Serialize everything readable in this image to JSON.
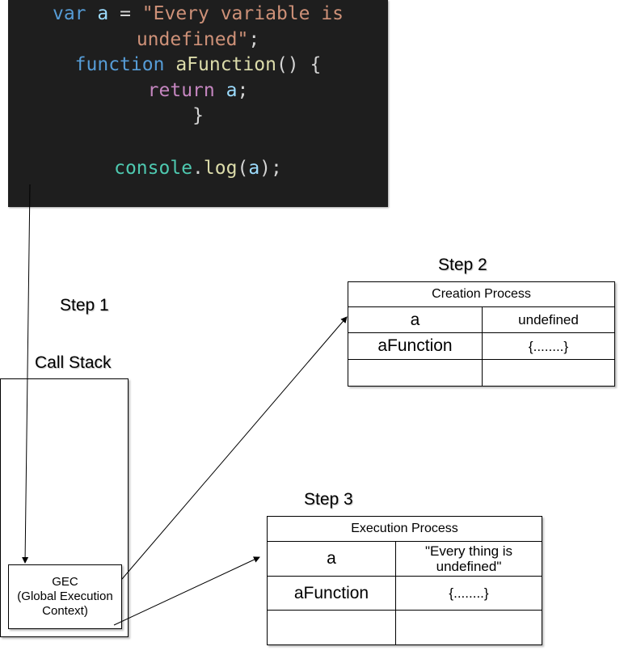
{
  "code": {
    "line1_kw": "var",
    "line1_var": "a",
    "line1_eq": " = ",
    "line1_str": "\"Every variable is",
    "line2_str": "undefined\"",
    "line2_semi": ";",
    "line3_kw": "function",
    "line3_fn": "aFunction",
    "line3_rest": "() {",
    "line4_kw": "return",
    "line4_var": "a",
    "line4_semi": ";",
    "line5_brace": "}",
    "line7_obj": "console",
    "line7_dot": ".",
    "line7_fn": "log",
    "line7_open": "(",
    "line7_var": "a",
    "line7_close": ");"
  },
  "labels": {
    "step1": "Step 1",
    "step2": "Step 2",
    "step3": "Step 3",
    "call_stack": "Call Stack"
  },
  "gec": {
    "line1": "GEC",
    "line2": "(Global Execution",
    "line3": "Context)"
  },
  "creation_table": {
    "title": "Creation Process",
    "rows": [
      {
        "name": "a",
        "value": "undefined"
      },
      {
        "name": "aFunction",
        "value": "{........}"
      },
      {
        "name": "",
        "value": ""
      }
    ]
  },
  "execution_table": {
    "title": "Execution Process",
    "rows": [
      {
        "name": "a",
        "value_line1": "\"Every thing is",
        "value_line2": "undefined\""
      },
      {
        "name": "aFunction",
        "value": "{........}"
      },
      {
        "name": "",
        "value": ""
      }
    ]
  },
  "colors": {
    "code_background": "#1e1e1e",
    "keyword": "#569cd6",
    "variable": "#9cdcfe",
    "string": "#ce9178",
    "function": "#dcdcaa",
    "return": "#c586c0",
    "object": "#4ec9b0"
  }
}
